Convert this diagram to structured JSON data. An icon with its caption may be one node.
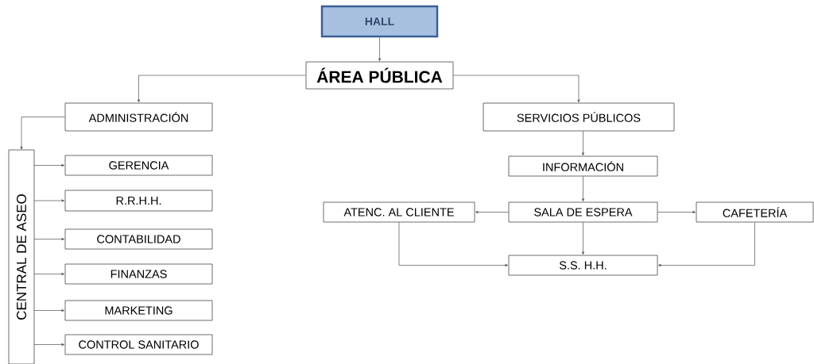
{
  "diagram": {
    "nodes": [
      {
        "text": [
          "HALL"
        ]
      },
      {
        "text": [
          "ÁREA PÚBLICA"
        ]
      },
      {
        "text": [
          "ADMINISTRACIÓN"
        ]
      },
      {
        "text": [
          "SERVICIOS PÚBLICOS"
        ]
      },
      {
        "text": [
          "CENTRAL DE ASEO"
        ]
      },
      {
        "text": [
          "GERENCIA"
        ]
      },
      {
        "text": [
          "R.R.H.H."
        ]
      },
      {
        "text": [
          "CONTABILIDAD"
        ]
      },
      {
        "text": [
          "FINANZAS"
        ]
      },
      {
        "text": [
          "MARKETING"
        ]
      },
      {
        "text": [
          "CONTROL SANITARIO"
        ]
      },
      {
        "text": [
          "INFORMACIÓN"
        ]
      },
      {
        "text": [
          "ATENC. AL CLIENTE"
        ]
      },
      {
        "text": [
          "SALA DE ESPERA"
        ]
      },
      {
        "text": [
          "CAFETERÍA"
        ]
      },
      {
        "text": [
          "S.S. H.H."
        ]
      }
    ],
    "edges": [
      {
        "from": 0,
        "to": 1,
        "arrow": "to"
      },
      {
        "from": 1,
        "to": 2,
        "arrow": "to"
      },
      {
        "from": 1,
        "to": 3,
        "arrow": "to"
      },
      {
        "from": 2,
        "to": 4,
        "arrow": "to"
      },
      {
        "from": 4,
        "to": 5,
        "arrow": "to"
      },
      {
        "from": 4,
        "to": 6,
        "arrow": "to"
      },
      {
        "from": 4,
        "to": 7,
        "arrow": "to"
      },
      {
        "from": 4,
        "to": 8,
        "arrow": "to"
      },
      {
        "from": 4,
        "to": 9,
        "arrow": "to"
      },
      {
        "from": 4,
        "to": 10,
        "arrow": "to"
      },
      {
        "from": 3,
        "to": 11,
        "arrow": "to"
      },
      {
        "from": 11,
        "to": 13,
        "arrow": "to"
      },
      {
        "from": 13,
        "to": 12,
        "arrow": "to"
      },
      {
        "from": 13,
        "to": 14,
        "arrow": "to"
      },
      {
        "from": 13,
        "to": 15,
        "arrow": "to"
      },
      {
        "from": 12,
        "to": 15,
        "arrow": "to"
      },
      {
        "from": 14,
        "to": 15,
        "arrow": "to"
      }
    ]
  }
}
